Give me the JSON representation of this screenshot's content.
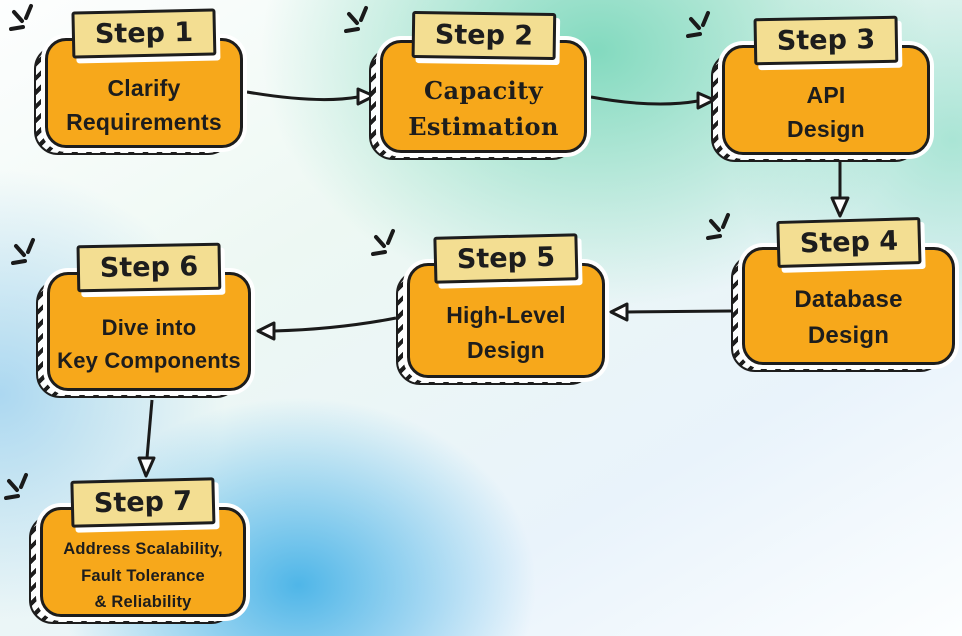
{
  "diagram": {
    "steps": [
      {
        "label": "Step 1",
        "lines": [
          "Clarify",
          "Requirements"
        ]
      },
      {
        "label": "Step 2",
        "lines": [
          "Capacity",
          "Estimation"
        ]
      },
      {
        "label": "Step 3",
        "lines": [
          "API",
          "Design"
        ]
      },
      {
        "label": "Step 4",
        "lines": [
          "Database",
          "Design"
        ]
      },
      {
        "label": "Step 5",
        "lines": [
          "High-Level",
          "Design"
        ]
      },
      {
        "label": "Step 6",
        "lines": [
          "Dive into",
          "Key Components"
        ]
      },
      {
        "label": "Step 7",
        "lines": [
          "Address Scalability,",
          "Fault Tolerance",
          "& Reliability"
        ]
      }
    ],
    "connections": [
      {
        "from": "Step 1",
        "to": "Step 2"
      },
      {
        "from": "Step 2",
        "to": "Step 3"
      },
      {
        "from": "Step 3",
        "to": "Step 4"
      },
      {
        "from": "Step 4",
        "to": "Step 5"
      },
      {
        "from": "Step 5",
        "to": "Step 6"
      },
      {
        "from": "Step 6",
        "to": "Step 7"
      }
    ],
    "colors": {
      "card_fill": "#F7A81B",
      "label_fill": "#F3DE92",
      "ink": "#1D1D1D",
      "card_outline": "#FFFFFF",
      "bg_green": "#7DD8BC",
      "bg_blue": "#3EAFE6"
    }
  }
}
